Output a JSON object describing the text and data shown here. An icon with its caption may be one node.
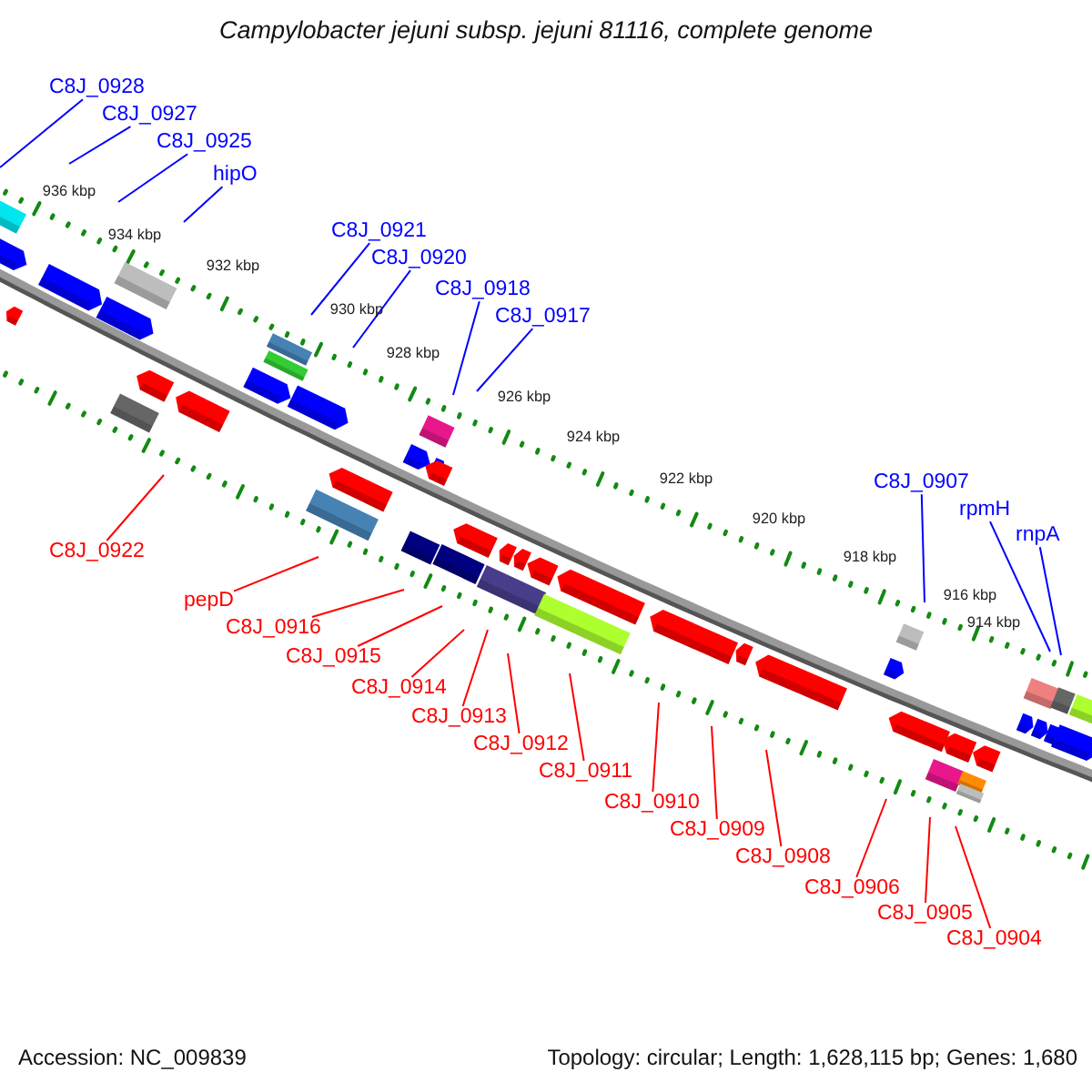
{
  "diagram": {
    "title": "Campylobacter jejuni subsp. jejuni 81116, complete genome",
    "nodes": [
      {
        "text": [
          "C8J_0928"
        ]
      },
      {
        "text": [
          "C8J_0927"
        ]
      },
      {
        "text": [
          "C8J_0925"
        ]
      },
      {
        "text": [
          "hipO"
        ]
      },
      {
        "text": [
          "C8J_0921"
        ]
      },
      {
        "text": [
          "C8J_0920"
        ]
      },
      {
        "text": [
          "C8J_0918"
        ]
      },
      {
        "text": [
          "C8J_0917"
        ]
      },
      {
        "text": [
          "C8J_0907"
        ]
      },
      {
        "text": [
          "rpmH"
        ]
      },
      {
        "text": [
          "rnpA"
        ]
      },
      {
        "text": [
          "C8J_0922"
        ]
      },
      {
        "text": [
          "pepD"
        ]
      },
      {
        "text": [
          "C8J_0916"
        ]
      },
      {
        "text": [
          "C8J_0915"
        ]
      },
      {
        "text": [
          "C8J_0914"
        ]
      },
      {
        "text": [
          "C8J_0913"
        ]
      },
      {
        "text": [
          "C8J_0912"
        ]
      },
      {
        "text": [
          "C8J_0911"
        ]
      },
      {
        "text": [
          "C8J_0910"
        ]
      },
      {
        "text": [
          "C8J_0909"
        ]
      },
      {
        "text": [
          "C8J_0908"
        ]
      },
      {
        "text": [
          "C8J_0906"
        ]
      },
      {
        "text": [
          "C8J_0905"
        ]
      },
      {
        "text": [
          "C8J_0904"
        ]
      }
    ],
    "edges": [
      {
        "from": 0,
        "to": null,
        "arrow": "none",
        "color": "#0000ff"
      },
      {
        "from": 1,
        "to": null,
        "arrow": "none",
        "color": "#0000ff"
      },
      {
        "from": 2,
        "to": null,
        "arrow": "none",
        "color": "#0000ff"
      },
      {
        "from": 3,
        "to": null,
        "arrow": "none",
        "color": "#0000ff"
      },
      {
        "from": 4,
        "to": null,
        "arrow": "none",
        "color": "#0000ff"
      },
      {
        "from": 5,
        "to": null,
        "arrow": "none",
        "color": "#0000ff"
      },
      {
        "from": 6,
        "to": null,
        "arrow": "none",
        "color": "#0000ff"
      },
      {
        "from": 7,
        "to": null,
        "arrow": "none",
        "color": "#0000ff"
      },
      {
        "from": 8,
        "to": null,
        "arrow": "none",
        "color": "#0000ff"
      },
      {
        "from": 9,
        "to": null,
        "arrow": "none",
        "color": "#0000ff"
      },
      {
        "from": 10,
        "to": null,
        "arrow": "none",
        "color": "#0000ff"
      },
      {
        "from": 11,
        "to": null,
        "arrow": "none"
      },
      {
        "from": 12,
        "to": null,
        "arrow": "none"
      },
      {
        "from": 13,
        "to": null,
        "arrow": "none"
      },
      {
        "from": 14,
        "to": null,
        "arrow": "none"
      },
      {
        "from": 15,
        "to": null,
        "arrow": "none"
      },
      {
        "from": 16,
        "to": null,
        "arrow": "none"
      },
      {
        "from": 17,
        "to": null,
        "arrow": "none"
      },
      {
        "from": 18,
        "to": null,
        "arrow": "none"
      },
      {
        "from": 19,
        "to": null,
        "arrow": "none"
      },
      {
        "from": 20,
        "to": null,
        "arrow": "none"
      },
      {
        "from": 21,
        "to": null,
        "arrow": "none"
      },
      {
        "from": 22,
        "to": null,
        "arrow": "none"
      },
      {
        "from": 23,
        "to": null,
        "arrow": "none"
      },
      {
        "from": 24,
        "to": null,
        "arrow": "none"
      }
    ],
    "labels": [
      "936 kbp",
      "934 kbp",
      "932 kbp",
      "930 kbp",
      "928 kbp",
      "926 kbp",
      "924 kbp",
      "922 kbp",
      "920 kbp",
      "918 kbp",
      "916 kbp",
      "914 kbp",
      "Accession: NC_009839",
      "Topology: circular; Length: 1,628,115 bp; Genes: 1,680"
    ]
  }
}
